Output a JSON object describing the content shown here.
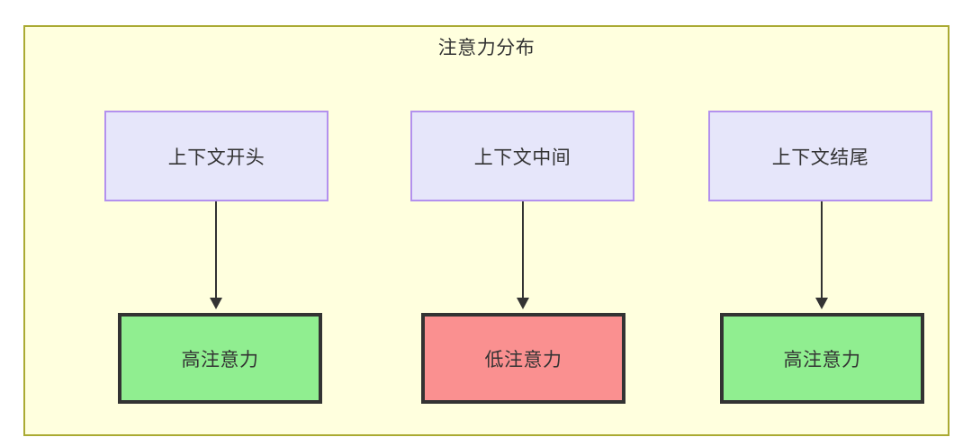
{
  "diagram": {
    "title": "注意力分布",
    "container": {
      "background_color": "#FFFFDE",
      "border_color": "#AAAA33"
    },
    "context_nodes": [
      {
        "label": "上下文开头",
        "fill_color": "#E6E6FA",
        "border_color": "#B391EE"
      },
      {
        "label": "上下文中间",
        "fill_color": "#E6E6FA",
        "border_color": "#B391EE"
      },
      {
        "label": "上下文结尾",
        "fill_color": "#E6E6FA",
        "border_color": "#B391EE"
      }
    ],
    "attention_nodes": [
      {
        "label": "高注意力",
        "fill_color": "#90EE90",
        "border_color": "#333333"
      },
      {
        "label": "低注意力",
        "fill_color": "#FA9090",
        "border_color": "#333333"
      },
      {
        "label": "高注意力",
        "fill_color": "#90EE90",
        "border_color": "#333333"
      }
    ],
    "edges": [
      {
        "from": "上下文开头",
        "to": "高注意力"
      },
      {
        "from": "上下文中间",
        "to": "低注意力"
      },
      {
        "from": "上下文结尾",
        "to": "高注意力"
      }
    ]
  }
}
